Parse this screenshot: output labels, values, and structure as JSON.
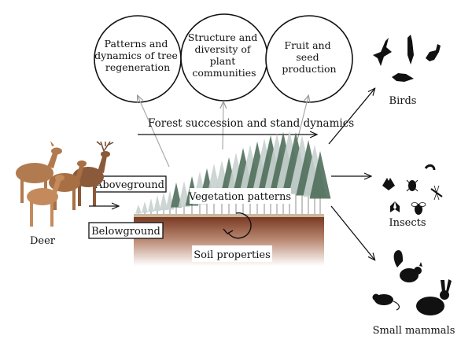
{
  "circles": [
    {
      "id": "tree-regeneration",
      "lines": [
        "Patterns and",
        "dynamics of tree",
        "regeneration"
      ]
    },
    {
      "id": "plant-communities",
      "lines": [
        "Structure and",
        "diversity of",
        "plant",
        "communities"
      ]
    },
    {
      "id": "fruit-seed",
      "lines": [
        "Fruit and",
        "seed",
        "production"
      ]
    }
  ],
  "labels": {
    "forest_succession": "Forest succession and stand dynamics",
    "aboveground": "Aboveground",
    "belowground": "Belowground",
    "vegetation_patterns": "Vegetation patterns",
    "soil_properties": "Soil properties",
    "deer": "Deer",
    "birds": "Birds",
    "insects": "Insects",
    "small_mammals": "Small mammals"
  },
  "colors": {
    "soil_top": "#7a3a24",
    "soil_fade": "#ffffff",
    "deer_body": "#b27a4f",
    "tree_light": "#c8d2cf",
    "tree_dark": "#4f6e5a",
    "silhouette": "#111111",
    "gray_arrow": "#aaaaaa"
  },
  "icons": {
    "deer_group": "deer-group-illustration",
    "birds": "bird-silhouettes",
    "insects": "insect-silhouettes",
    "mammals": "small-mammal-silhouettes"
  }
}
